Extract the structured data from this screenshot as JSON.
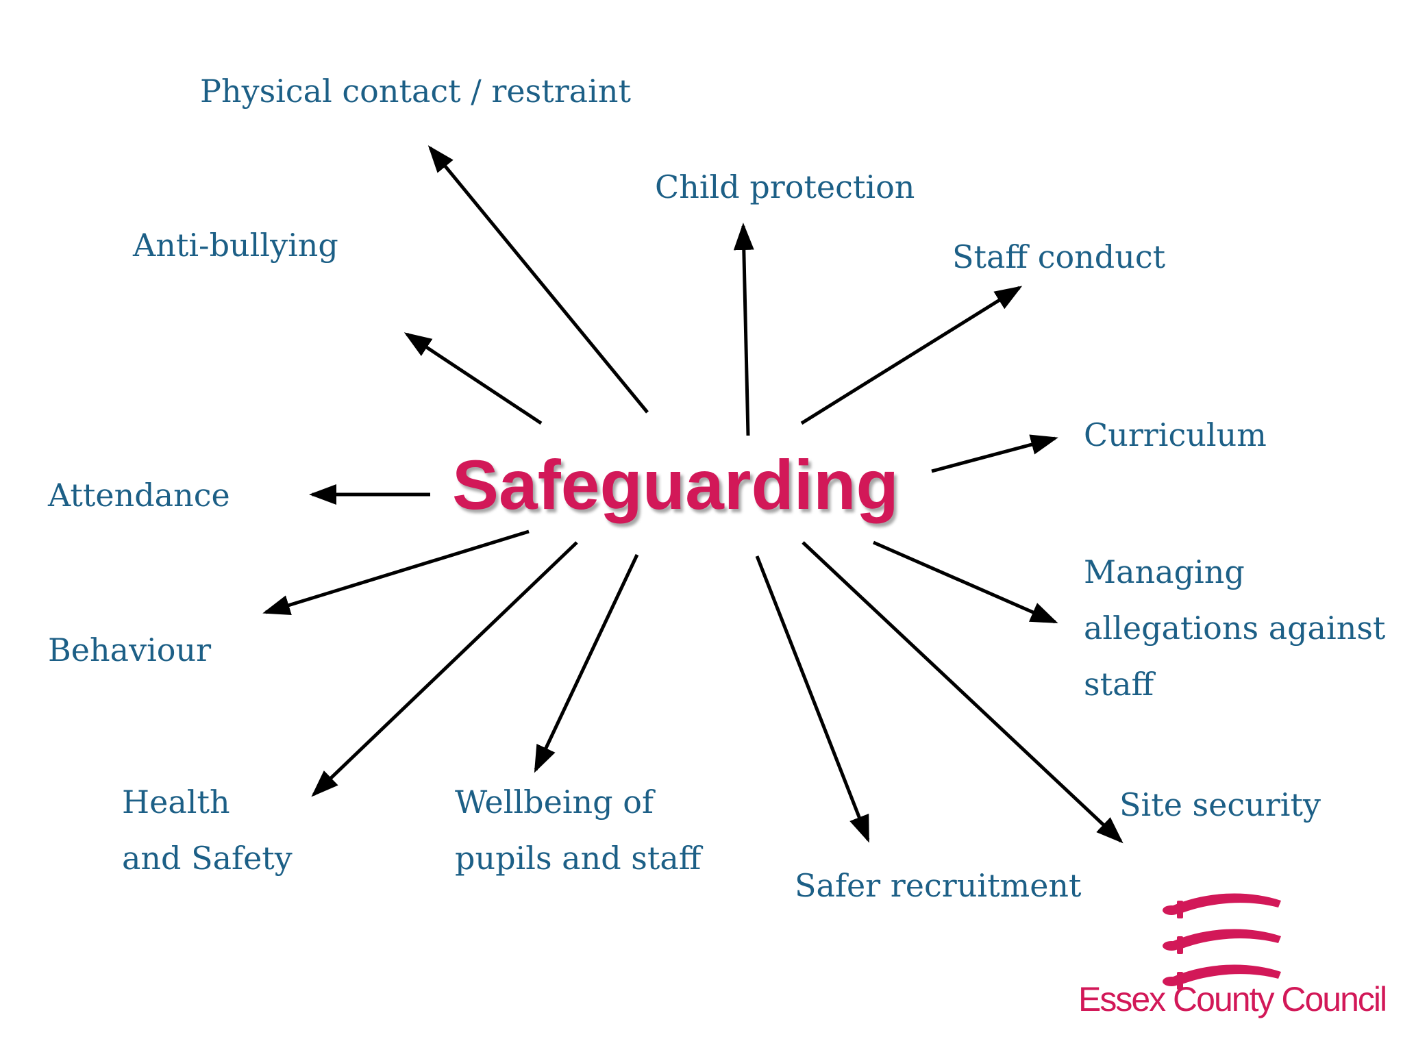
{
  "title": "Safeguarding",
  "topics": {
    "physical_contact": [
      "Physical contact / restraint"
    ],
    "child_protection": [
      "Child protection"
    ],
    "anti_bullying": [
      "Anti-bullying"
    ],
    "staff_conduct": [
      "Staff conduct"
    ],
    "curriculum": [
      "Curriculum"
    ],
    "attendance": [
      "Attendance"
    ],
    "managing_allegations": [
      "Managing",
      "allegations against",
      "staff"
    ],
    "behaviour": [
      "Behaviour"
    ],
    "health_safety": [
      "Health",
      "and Safety"
    ],
    "wellbeing": [
      "Wellbeing of",
      "pupils and staff"
    ],
    "site_security": [
      "Site security"
    ],
    "safer_recruitment": [
      "Safer recruitment"
    ]
  },
  "logo": {
    "text": "Essex County Council",
    "icon": "three-seaxes-icon"
  },
  "colors": {
    "title": "#d21858",
    "labels": "#1c5f86",
    "arrows": "#000000",
    "logo": "#d21858"
  }
}
